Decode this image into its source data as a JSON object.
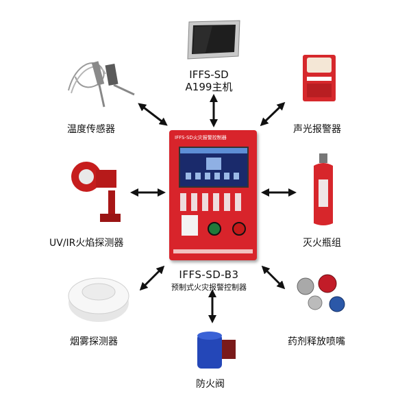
{
  "labels": {
    "host_line1": "IFFS-SD",
    "host_line2": "A199主机",
    "temperature_sensor": "温度传感器",
    "sound_light_alarm": "声光报警器",
    "uv_ir_flame_detector": "UV/IR火焰探测器",
    "extinguisher_bottle_group": "灭火瓶组",
    "smoke_detector": "烟雾探测器",
    "agent_release_nozzle": "药剂释放喷嘴",
    "fire_valve": "防火阀",
    "controller_model": "IFFS-SD-B3",
    "controller_name": "预制式火灾报警控制器",
    "controller_panel_title": "IFFS-SD火灾报警控制器"
  },
  "colors": {
    "controller_red": "#d8242b",
    "arrow": "#111111"
  }
}
